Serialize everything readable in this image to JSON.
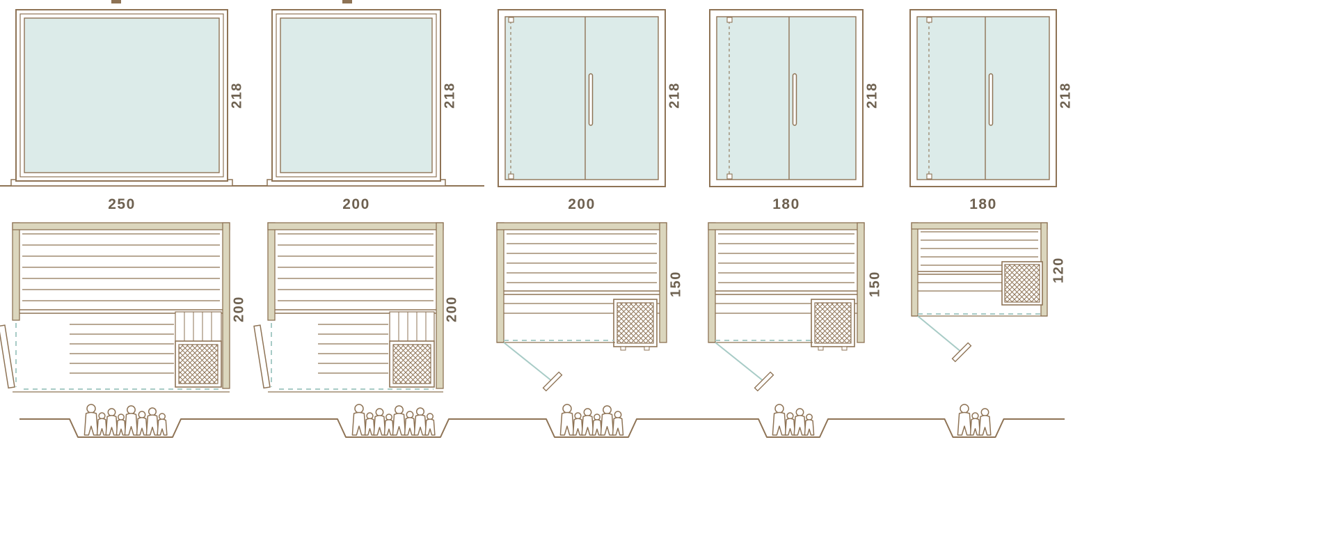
{
  "diagram": {
    "type": "sauna-size-variants",
    "units": "cm",
    "views": [
      "front-elevation",
      "floor-plan",
      "capacity-figures"
    ]
  },
  "colors": {
    "line": "#8E7355",
    "text": "#6E6150",
    "wall_fill": "#DBD6BD",
    "glass": "#DCEBE9",
    "accent_teal": "#A7CBC6",
    "background": "#FFFFFF"
  },
  "variants": [
    {
      "name": "variant-1",
      "front_width": "250",
      "height": "218",
      "depth": "200",
      "front_type": "fixed glass panel, side door",
      "capacity": 8
    },
    {
      "name": "variant-2",
      "front_width": "200",
      "height": "218",
      "depth": "200",
      "front_type": "fixed glass panel, side door",
      "capacity": 8
    },
    {
      "name": "variant-3",
      "front_width": "200",
      "height": "218",
      "depth": "150",
      "front_type": "glass double door",
      "capacity": 6
    },
    {
      "name": "variant-4",
      "front_width": "180",
      "height": "218",
      "depth": "150",
      "front_type": "glass double door",
      "capacity": 4
    },
    {
      "name": "variant-5",
      "front_width": "180",
      "height": "218",
      "depth": "120",
      "front_type": "glass double door",
      "capacity": 3
    }
  ],
  "icons": {
    "person": "person-icon",
    "heater": "heater-grid-icon",
    "door_swing": "door-swing-icon"
  }
}
